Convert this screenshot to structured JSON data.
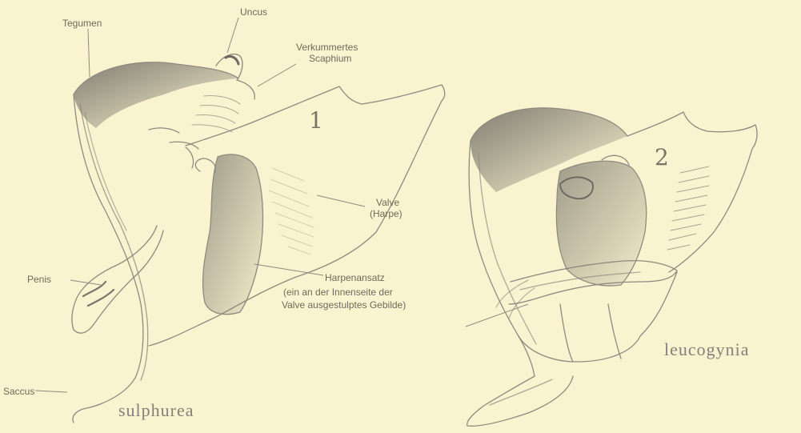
{
  "labels": {
    "tegumen": "Tegumen",
    "uncus": "Uncus",
    "scaphium_1": "Verkummertes",
    "scaphium_2": "Scaphium",
    "valve_1": "Valve",
    "valve_2": "(Harpe)",
    "penis": "Penis",
    "harpenansatz_1": "Harpenansatz",
    "harpenansatz_2": "(ein an der Innenseite der",
    "harpenansatz_3": "Valve ausgestulptes Gebilde)",
    "saccus": "Saccus"
  },
  "figures": {
    "fig1_number": "1",
    "fig2_number": "2",
    "fig1_species": "sulphurea",
    "fig2_species": "leucogynia"
  },
  "colors": {
    "background": "#f9f3cf",
    "ink": "#8f8a80",
    "shade": "#6e6a62"
  }
}
